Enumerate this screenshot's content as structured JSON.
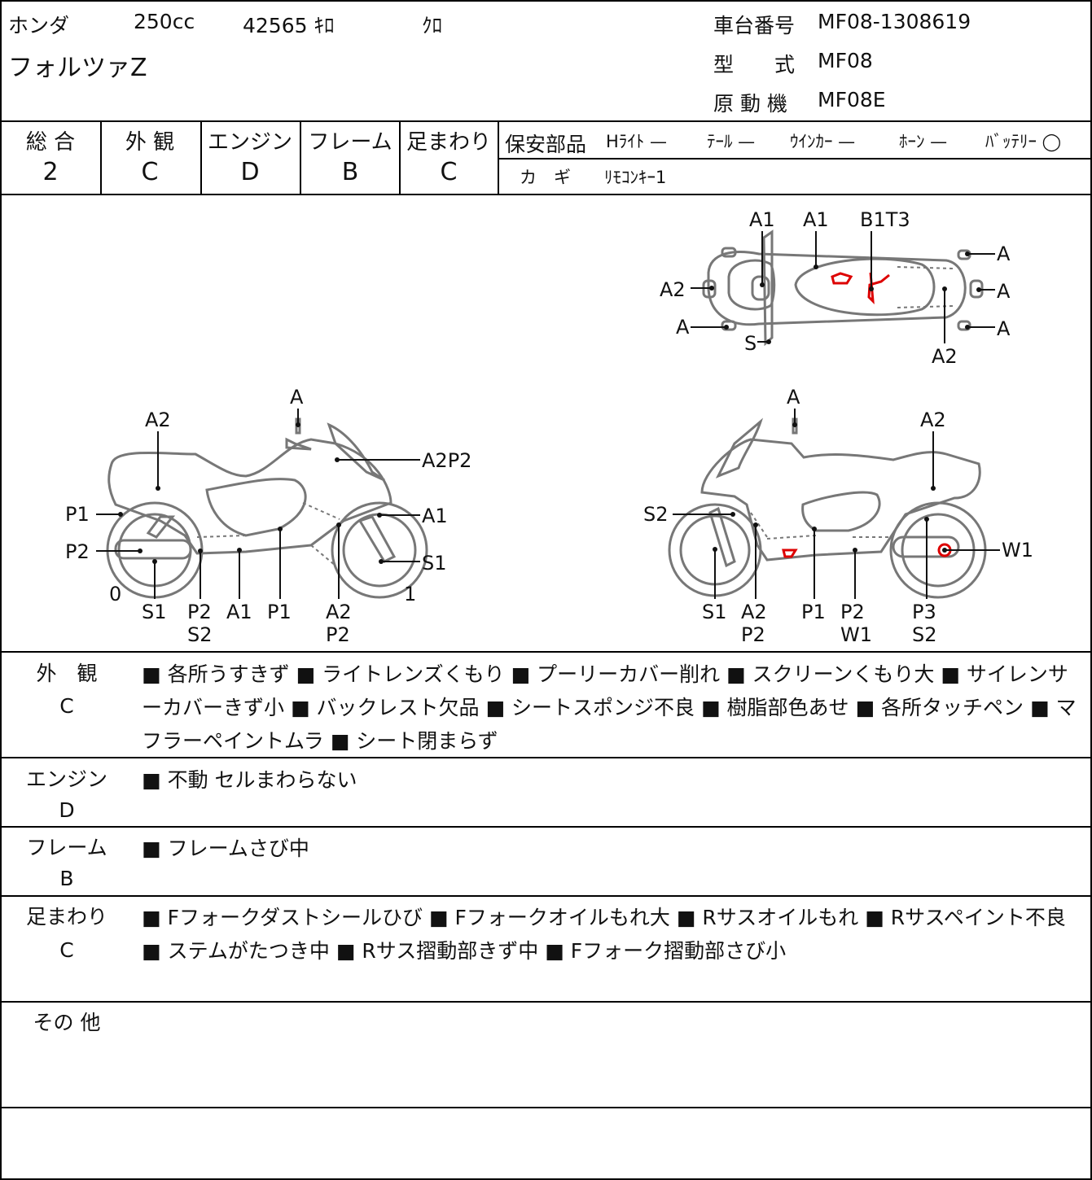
{
  "header": {
    "maker": "ホンダ",
    "displacement": "250cc",
    "mileage": "42565 ｷﾛ",
    "color": "ｸﾛ",
    "model_name": "フォルツァZ",
    "frame_no_label": "車台番号",
    "frame_no": "MF08-1308619",
    "type_label": "型　　式",
    "type_value": "MF08",
    "engine_label": "原 動 機",
    "engine_value": "MF08E"
  },
  "grades": [
    {
      "label": "総 合",
      "value": "2"
    },
    {
      "label": "外 観",
      "value": "C"
    },
    {
      "label": "エンジン",
      "value": "D"
    },
    {
      "label": "フレーム",
      "value": "B"
    },
    {
      "label": "足まわり",
      "value": "C"
    }
  ],
  "safety": {
    "label": "保安部品",
    "items": [
      "Hﾗｲﾄ —",
      "ﾃｰﾙ —",
      "ｳｲﾝｶｰ —",
      "ﾎｰﾝ —",
      "ﾊﾞｯﾃﾘｰ ◯"
    ],
    "key_label": "カ　ギ",
    "key_value": "ﾘﾓｺﾝｷｰ1"
  },
  "diagram": {
    "top_labels": [
      "A1",
      "A1",
      "B1T3",
      "A2",
      "A",
      "A",
      "A",
      "A",
      "S",
      "A2"
    ],
    "left_labels": [
      "A",
      "A2",
      "A2P2",
      "A1",
      "S1",
      "P1",
      "P2",
      "0",
      "1",
      "S1",
      "P2",
      "S2",
      "A1",
      "P1",
      "A2",
      "P2"
    ],
    "right_labels": [
      "A",
      "A2",
      "S2",
      "W1",
      "S1",
      "A2",
      "P2",
      "P1",
      "P2",
      "W1",
      "P3",
      "S2"
    ]
  },
  "sections": [
    {
      "title": "外　観",
      "grade": "C",
      "text": "■ 各所うすきず ■ ライトレンズくもり ■ プーリーカバー削れ ■ スクリーンくもり大 ■ サイレンサーカバーきず小 ■ バックレスト欠品 ■ シートスポンジ不良 ■ 樹脂部色あせ ■ 各所タッチペン ■ マフラーペイントムラ ■ シート閉まらず"
    },
    {
      "title": "エンジン",
      "grade": "D",
      "text": "■ 不動 セルまわらない"
    },
    {
      "title": "フレーム",
      "grade": "B",
      "text": "■ フレームさび中"
    },
    {
      "title": "足まわり",
      "grade": "C",
      "text": "■ Fフォークダストシールひび ■ Fフォークオイルもれ大 ■ Rサスオイルもれ ■ Rサスペイント不良 ■ ステムがたつき中 ■ Rサス摺動部きず中 ■ Fフォーク摺動部さび小"
    },
    {
      "title": "その 他",
      "grade": "",
      "text": ""
    }
  ]
}
